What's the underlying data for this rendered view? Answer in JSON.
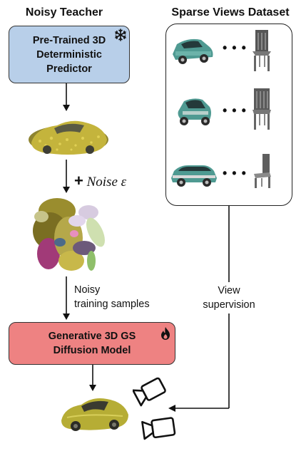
{
  "left_heading": "Noisy Teacher",
  "right_heading": "Sparse Views Dataset",
  "predictor": {
    "lines": [
      "Pre-Trained 3D",
      "Deterministic",
      "Predictor"
    ],
    "icon": "snowflake-icon"
  },
  "noise": {
    "plus": "+",
    "word": "Noise",
    "symbol": "ε"
  },
  "noisy_samples": [
    "Noisy",
    "training samples"
  ],
  "diffusion": {
    "lines": [
      "Generative 3D GS",
      "Diffusion Model"
    ],
    "icon": "flame-icon"
  },
  "view_supervision": [
    "View",
    "supervision"
  ],
  "dataset_dots": "• • •",
  "colors": {
    "predictor_box": "#b8cfe9",
    "diffusion_box": "#ee8282",
    "car_noisy": "#b8aa3a",
    "car_output": "#b6ad35",
    "car_teal": "#4f9a92"
  }
}
